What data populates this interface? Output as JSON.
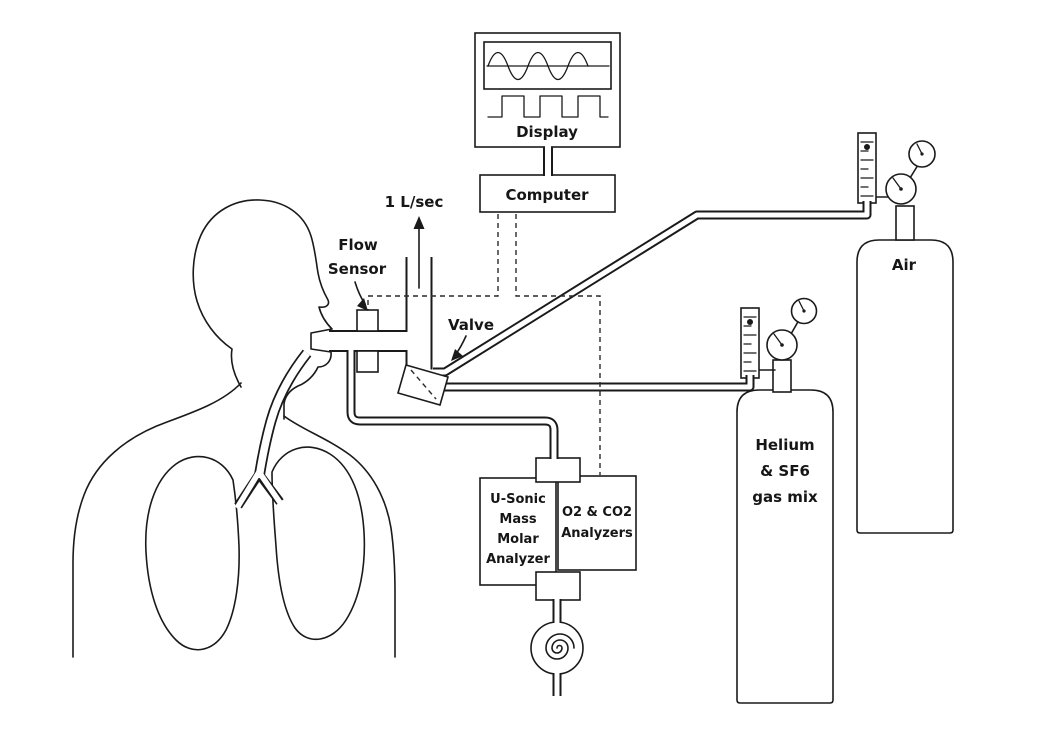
{
  "diagram": {
    "background": "#ffffff",
    "ink": "#1a1a1a",
    "labels": {
      "flow_rate": "1 L/sec",
      "flow_sensor": {
        "line1": "Flow",
        "line2": "Sensor"
      },
      "valve": "Valve",
      "display": "Display",
      "computer": "Computer",
      "usonic": {
        "line1": "U-Sonic",
        "line2": "Mass",
        "line3": "Molar",
        "line4": "Analyzer"
      },
      "gas_analyzers": {
        "line1": "O2 & CO2",
        "line2": "Analyzers"
      },
      "helium_cylinder": {
        "line1": "Helium",
        "line2": "& SF6",
        "line3": "gas mix"
      },
      "air_cylinder": "Air"
    }
  }
}
